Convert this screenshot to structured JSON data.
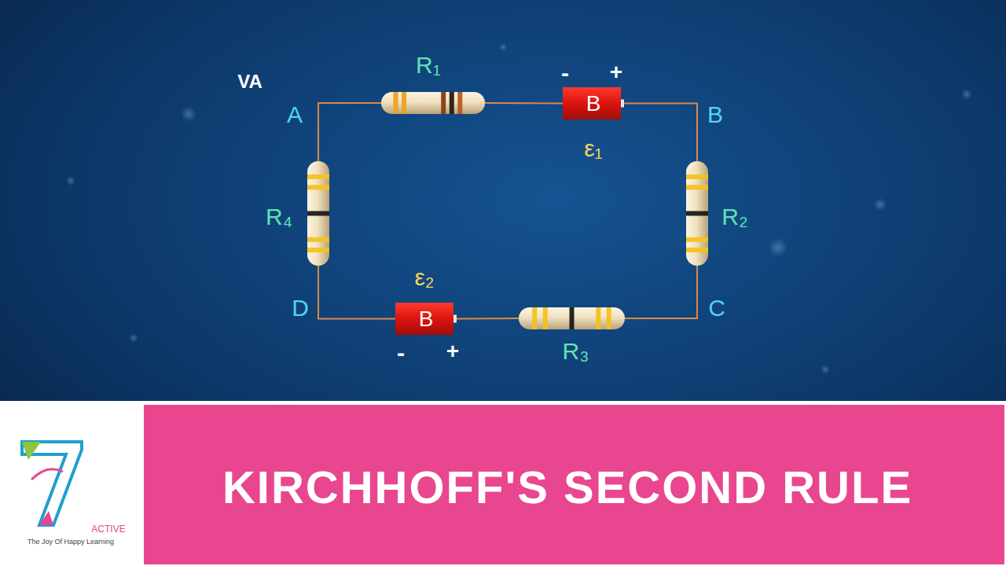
{
  "diagram": {
    "title": "KIRCHHOFF'S SECOND RULE",
    "nodes": [
      {
        "text": [
          "R₁"
        ]
      },
      {
        "text": [
          "B",
          "ε₁"
        ]
      },
      {
        "text": [
          "R₂"
        ]
      },
      {
        "text": [
          "R₃"
        ]
      },
      {
        "text": [
          "B",
          "ε₂"
        ]
      },
      {
        "text": [
          "R₄"
        ]
      }
    ],
    "edges": [
      {
        "from": 0,
        "to": 1,
        "arrow": "none"
      },
      {
        "from": 1,
        "to": 2,
        "arrow": "none"
      },
      {
        "from": 2,
        "to": 3,
        "arrow": "none"
      },
      {
        "from": 3,
        "to": 4,
        "arrow": "none"
      },
      {
        "from": 4,
        "to": 5,
        "arrow": "none"
      },
      {
        "from": 5,
        "to": 0,
        "arrow": "none"
      }
    ],
    "labels": [
      "VA",
      "A",
      "B",
      "C",
      "D",
      "-",
      "+",
      "-",
      "+",
      "ACTIVE",
      "The Joy Of Happy Learning"
    ]
  }
}
